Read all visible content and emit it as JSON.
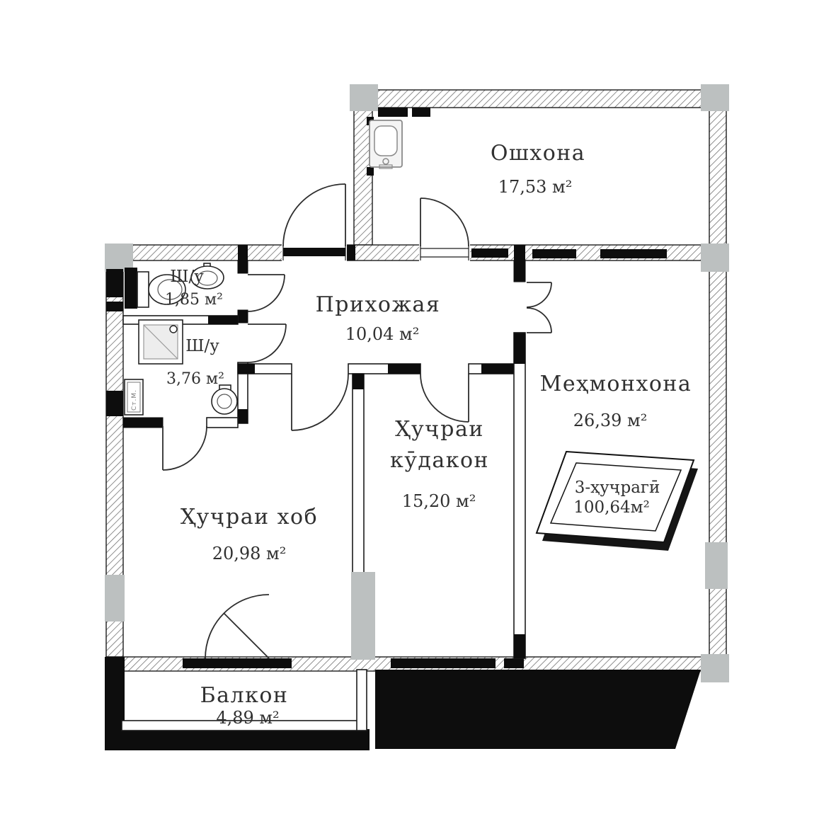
{
  "rooms": {
    "kitchen": {
      "name": "Ошхона",
      "area": "17,53 м²"
    },
    "hallway": {
      "name": "Прихожая",
      "area": "10,04 м²"
    },
    "living": {
      "name": "Меҳмонхона",
      "area": "26,39 м²"
    },
    "bedroom": {
      "name": "Ҳуҷраи хоб",
      "area": "20,98 м²"
    },
    "kids": {
      "name_line1": "Ҳуҷраи",
      "name_line2": "кӯдакон",
      "area": "15,20 м²"
    },
    "wc": {
      "name": "Ш/у",
      "area": "1,85 м²"
    },
    "bathroom": {
      "name": "Ш/у",
      "area": "3,76 м²"
    },
    "balcony": {
      "name": "Балкон",
      "area": "4,89 м²"
    }
  },
  "stamp": {
    "line1": "3-ҳуҷрагӣ",
    "line2": "100,64м²"
  },
  "fixtures": {
    "washing_machine_label": "Ст.М."
  },
  "colors": {
    "column_gray": "#bcc0c0",
    "wall_line": "#1c1c1c",
    "solid_black": "#0d0d0d"
  }
}
